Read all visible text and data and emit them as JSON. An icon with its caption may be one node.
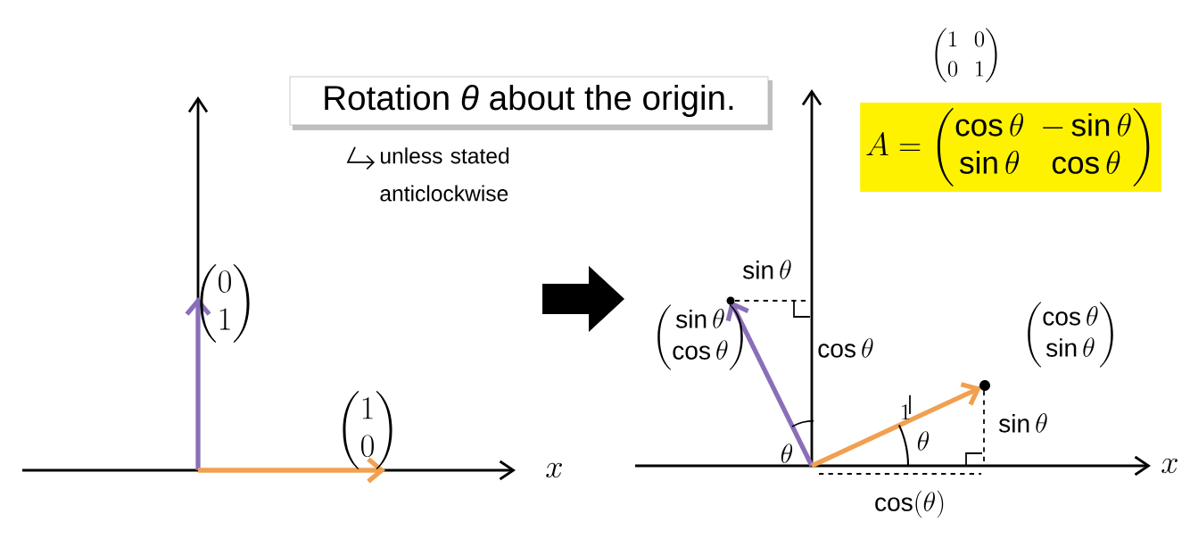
{
  "diagram": {
    "nodes": [
      {
        "text": [
          "Rotation *θ* about the origin."
        ]
      },
      {
        "text": [
          "A = \\begin{pmatrix}\\cos\\theta & -\\sin\\theta\\\\ \\sin\\theta & \\cos\\theta\\end{pmatrix}"
        ]
      }
    ],
    "labels": [
      "\\begin{pmatrix}1 & 0\\\\ 0 & 1\\end{pmatrix}",
      "unless stated anticlockwise",
      "\\begin{pmatrix}0\\\\ 1\\end{pmatrix}",
      "\\sin\\theta",
      "\\begin{pmatrix}\\sin\\theta\\\\ \\cos\\theta\\end{pmatrix}",
      "\\cos\\theta",
      "\\begin{pmatrix}\\cos\\theta\\\\ \\sin\\theta\\end{pmatrix}",
      "\\begin{pmatrix}1\\\\ 0\\end{pmatrix}",
      "1",
      "\\sin\\theta",
      "\\theta",
      "\\theta",
      "x",
      "x",
      "\\cos(\\theta)"
    ]
  }
}
